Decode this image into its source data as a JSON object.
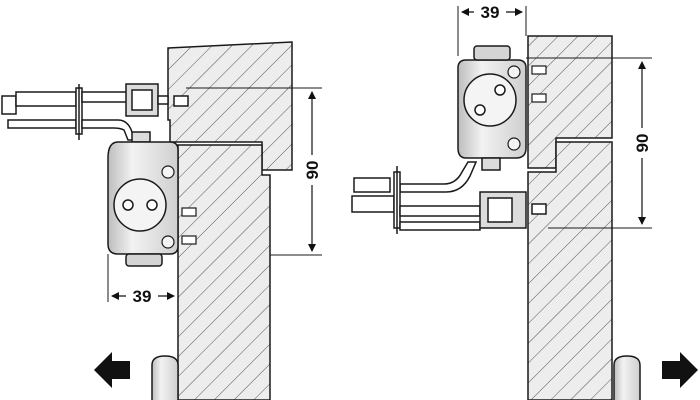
{
  "diagram": {
    "left_assembly": {
      "width_dimension": "39",
      "height_dimension": "90",
      "direction_arrow": "left-arrow-icon"
    },
    "right_assembly": {
      "width_dimension": "39",
      "height_dimension": "90",
      "direction_arrow": "right-arrow-icon"
    },
    "colors": {
      "line": "#1a1a1a",
      "body_fill": "#e6e6e6",
      "body_shadow": "#bdbdbd",
      "wall_fill": "#ededed",
      "hatch": "#555555"
    }
  }
}
